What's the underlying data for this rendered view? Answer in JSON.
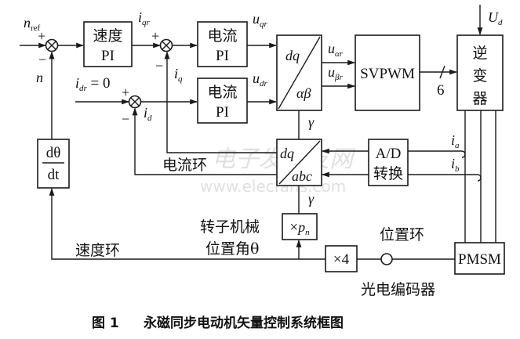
{
  "diagram": {
    "blocks": {
      "speed_pi": {
        "line1": "速度",
        "line2": "PI"
      },
      "current_pi_q": {
        "line1": "电流",
        "line2": "PI"
      },
      "current_pi_d": {
        "line1": "电流",
        "line2": "PI"
      },
      "park_inverse": {
        "top": "dq",
        "bottom": "αβ"
      },
      "svpwm": {
        "label": "SVPWM"
      },
      "inverter": {
        "line1": "逆",
        "line2": "变",
        "line3": "器"
      },
      "park_clarke": {
        "top": "dq",
        "bottom": "abc"
      },
      "adc": {
        "line1": "A/D",
        "line2": "转换"
      },
      "derivative": {
        "num": "dθ",
        "den": "dt"
      },
      "pole_pairs": {
        "label": "×p",
        "sub": "n"
      },
      "times4": {
        "label": "×4"
      },
      "pmsm": {
        "label": "PMSM"
      }
    },
    "signals": {
      "n_ref": {
        "main": "n",
        "sub": "ref"
      },
      "n": "n",
      "i_qr": {
        "main": "i",
        "sub": "qr"
      },
      "i_q": {
        "main": "i",
        "sub": "q"
      },
      "i_dr": {
        "main": "i",
        "sub": "dr",
        "suffix": " = 0"
      },
      "i_d": {
        "main": "i",
        "sub": "d"
      },
      "u_qr": {
        "main": "u",
        "sub": "qr"
      },
      "u_dr": {
        "main": "u",
        "sub": "dr"
      },
      "u_alpha": {
        "main": "u",
        "sub": "αr"
      },
      "u_beta": {
        "main": "u",
        "sub": "βr"
      },
      "gamma_top": "γ",
      "gamma_bottom": "γ",
      "i_a": {
        "main": "i",
        "sub": "a"
      },
      "i_b": {
        "main": "i",
        "sub": "b"
      },
      "U_d": {
        "main": "U",
        "sub": "d"
      },
      "bus_width": "6"
    },
    "signs": {
      "plus": "+",
      "minus": "−"
    },
    "labels": {
      "current_loop": "电流环",
      "speed_loop": "速度环",
      "position_loop": "位置环",
      "rotor_angle_line1": "转子机械",
      "rotor_angle_line2": "位置角θ",
      "encoder": "光电编码器"
    },
    "watermark": {
      "cn": "电子发烧友网",
      "url": "www.elecfans.com"
    },
    "caption": {
      "number": "图 1",
      "title": "永磁同步电动机矢量控制系统框图"
    }
  }
}
